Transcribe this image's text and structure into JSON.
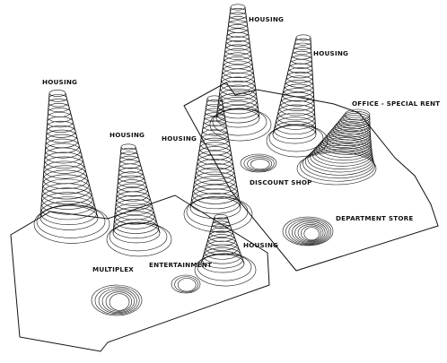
{
  "colors": {
    "background": "#ffffff",
    "ink": "#111111"
  },
  "labels": {
    "housing": "HOUSING",
    "office_special_rent": "OFFICE - SPECIAL RENT",
    "discount_shop": "DISCOUNT SHOP",
    "department_store": "DEPARTMENT STORE",
    "multiplex": "MULTIPLEX",
    "entertainment": "ENTERTAINMENT"
  }
}
